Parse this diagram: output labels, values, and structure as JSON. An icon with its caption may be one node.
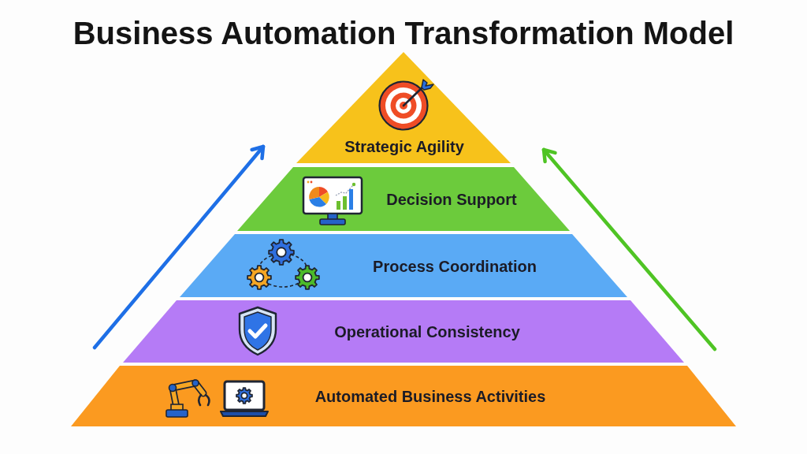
{
  "diagram": {
    "title": "Business Automation Transformation Model",
    "nodes": [
      {
        "text": [
          "Strategic Agility"
        ]
      },
      {
        "text": [
          "Decision Support"
        ]
      },
      {
        "text": [
          "Process Coordination"
        ]
      },
      {
        "text": [
          "Operational Consistency"
        ]
      },
      {
        "text": [
          "Automated Business Activities"
        ]
      }
    ]
  }
}
